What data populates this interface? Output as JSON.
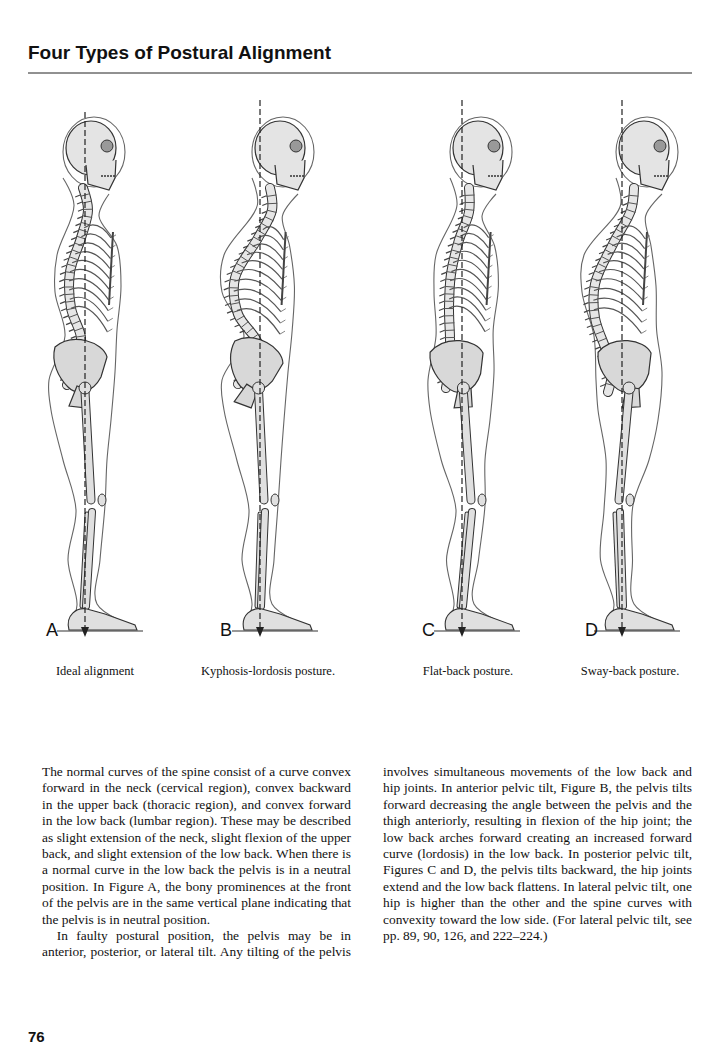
{
  "diagram": {
    "title": "Four Types of Postural Alignment",
    "labels": [
      "A",
      "Ideal alignment",
      "B",
      "Kyphosis-lordosis posture.",
      "C",
      "Flat-back posture.",
      "D",
      "Sway-back posture.",
      "The normal curves of the spine consist of a curve convex forward in the neck (cervical region), convex backward in the upper back (thoracic region), and convex forward in the low back (lumbar region). These may be described as slight extension of the neck, slight flexion of the upper back, and slight extension of the low back. When there is a normal curve in the low back the pelvis is in a neutral position. In Figure A, the bony prominences at the front of the pelvis are in the same vertical plane indicating that the pelvis is in neutral position.",
      "In faulty postural position, the pelvis may be in anterior, posterior, or lateral tilt. Any tilting of the pelvis involves simultaneous movements of the low back and hip joints. In anterior pelvic tilt, Figure B, the pelvis tilts forward decreasing the angle between the pelvis and the thigh anteriorly, resulting in flexion of the hip joint; the low back arches forward creating an increased forward curve (lordosis) in the low back. In posterior pelvic tilt, Figures C and D, the pelvis tilts backward, the hip joints extend and the low back flattens. In lateral pelvic tilt, one hip is higher than the other and the spine curves with convexity toward the low side. (For lateral pelvic tilt, see pp. 89, 90, 126, and 222–224.)",
      "76"
    ]
  }
}
